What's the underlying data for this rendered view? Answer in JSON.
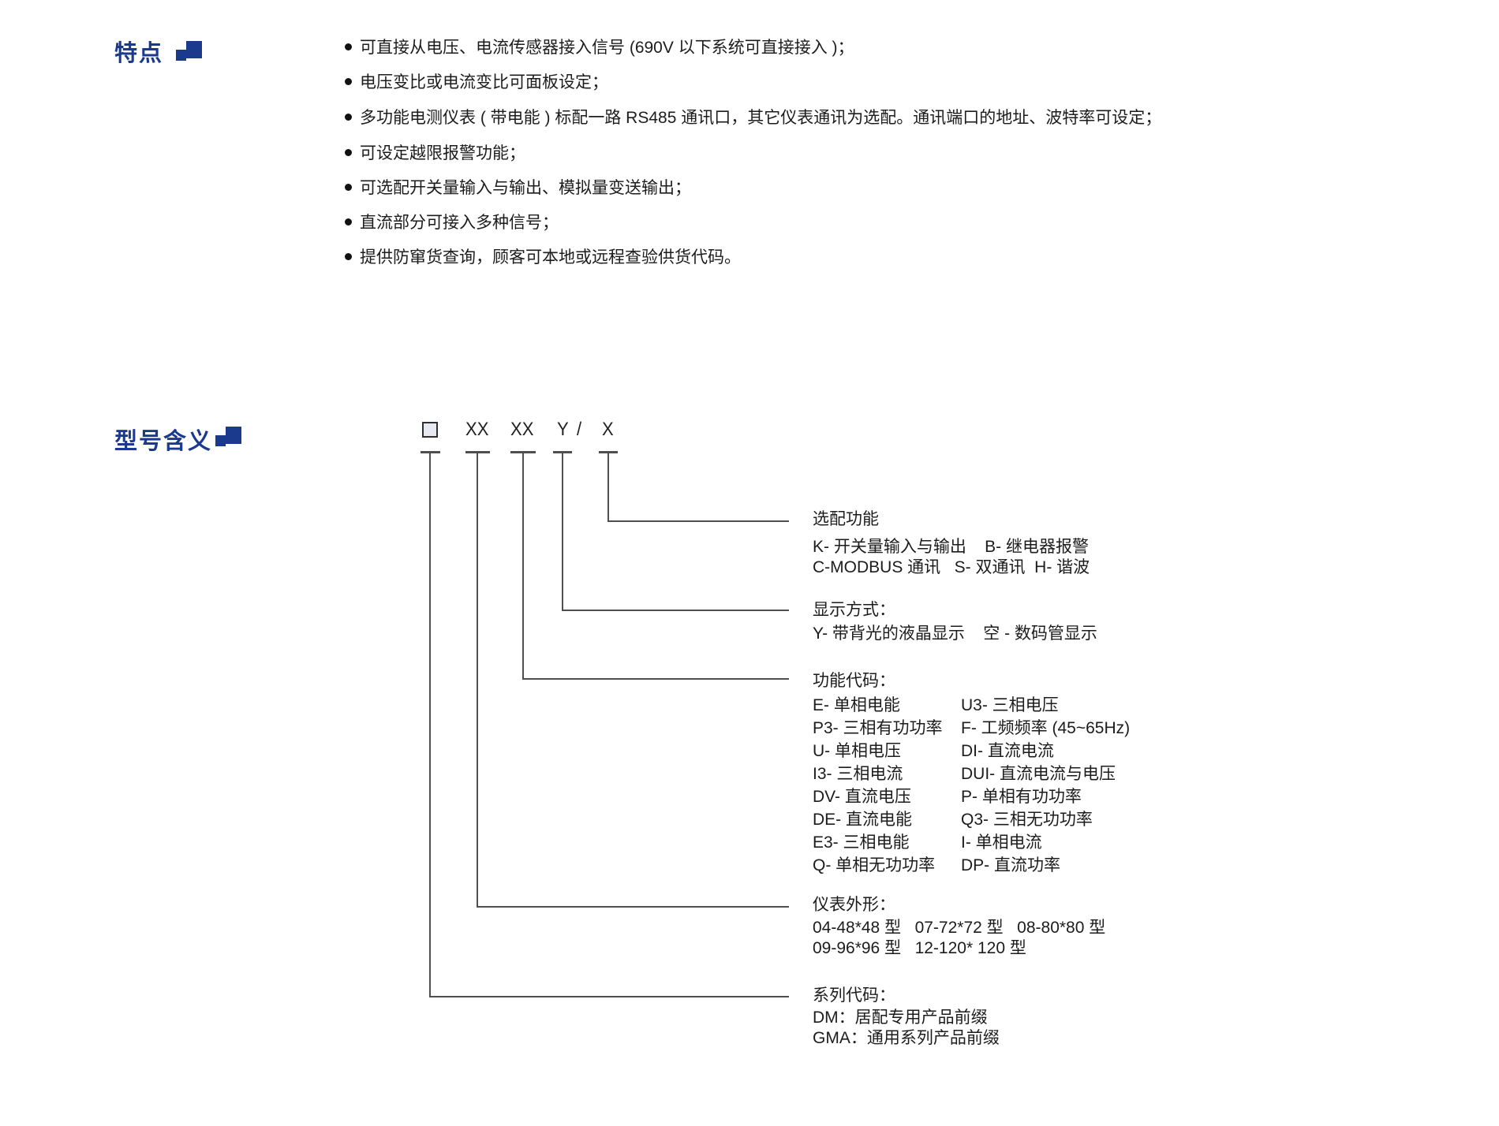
{
  "features": {
    "heading": "特点",
    "items": [
      "可直接从电压、电流传感器接入信号 (690V 以下系统可直接接入 )；",
      "电压变比或电流变比可面板设定；",
      "多功能电测仪表 ( 带电能 ) 标配一路 RS485 通讯口，其它仪表通讯为选配。通讯端口的地址、波特率可设定；",
      "可设定越限报警功能；",
      "可选配开关量输入与输出、模拟量变送输出；",
      "直流部分可接入多种信号；",
      "提供防窜货查询，顾客可本地或远程查验供货代码。"
    ]
  },
  "model": {
    "heading": "型号含义",
    "code": {
      "segments": [
        "XX",
        "XX",
        "Y",
        "/",
        "X"
      ]
    },
    "callouts": [
      {
        "title": "选配功能",
        "lines": [
          "K- 开关量输入与输出    B- 继电器报警",
          "C-MODBUS 通讯   S- 双通讯  H- 谐波"
        ]
      },
      {
        "title": "显示方式：",
        "lines": [
          "Y- 带背光的液晶显示    空 - 数码管显示"
        ]
      },
      {
        "title": "功能代码：",
        "left": [
          "E- 单相电能",
          "P3- 三相有功功率",
          "U- 单相电压",
          "I3- 三相电流",
          "DV- 直流电压",
          "DE- 直流电能",
          "E3- 三相电能",
          "Q- 单相无功功率"
        ],
        "right": [
          "U3- 三相电压",
          "F- 工频频率 (45~65Hz)",
          "DI- 直流电流",
          "DUI- 直流电流与电压",
          "P- 单相有功功率",
          "Q3- 三相无功功率",
          "I- 单相电流",
          "DP- 直流功率"
        ]
      },
      {
        "title": "仪表外形：",
        "lines": [
          "04-48*48 型   07-72*72 型   08-80*80 型",
          "09-96*96 型   12-120* 120 型"
        ]
      },
      {
        "title": "系列代码：",
        "lines": [
          "DM：居配专用产品前缀",
          "GMA：通用系列产品前缀"
        ]
      }
    ]
  },
  "colors": {
    "heading_blue": "#1c3a8d",
    "body_text": "#1c1c1c",
    "diagram_line": "#4f4f4f",
    "code_box_fill": "#e6e9f0"
  }
}
